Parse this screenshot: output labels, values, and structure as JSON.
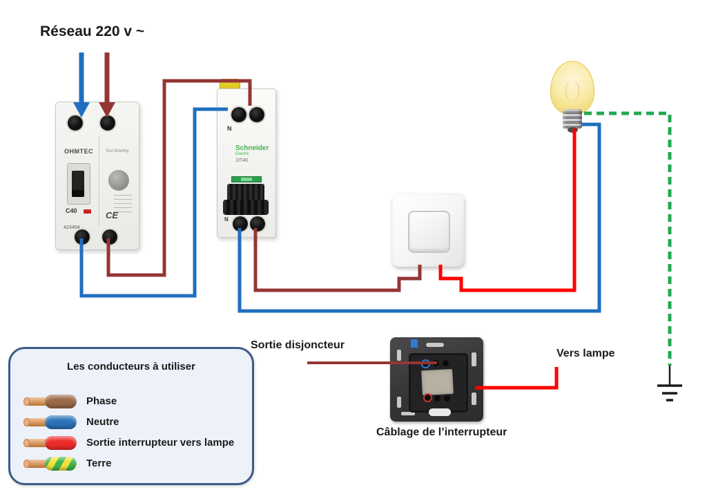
{
  "title": "Réseau 220 v ~",
  "colors": {
    "phase": "#943634",
    "neutre": "#1F6FC0",
    "sortie_lampe": "#FF0000",
    "terre": "#22A94F",
    "ground_symbol": "#1a1a1a"
  },
  "devices": {
    "ohmtec": {
      "brand": "OHMTEC",
      "test_label": "Test Monthly",
      "rating": "C40",
      "serial": "423404",
      "ce_mark": "CE"
    },
    "schneider": {
      "brand": "Schneider",
      "brand2": "Electric",
      "model": "DT40",
      "n_top": "N",
      "n_bottom": "N"
    }
  },
  "labels": {
    "sortie_disjoncteur": "Sortie disjoncteur",
    "vers_lampe": "Vers lampe",
    "cablage": "Câblage de l’interrupteur"
  },
  "legend": {
    "title": "Les conducteurs à utiliser",
    "items": [
      {
        "label": "Phase",
        "color": "#9A6A49"
      },
      {
        "label": "Neutre",
        "color": "#2B72B8"
      },
      {
        "label": "Sortie interrupteur vers lampe",
        "color": "#EE2B2B"
      },
      {
        "label": "Terre",
        "color": "#3DB54A",
        "stripe": "#F0E13C"
      }
    ]
  },
  "wires": [
    {
      "name": "neutral-supply-arrow",
      "color_key": "neutre"
    },
    {
      "name": "phase-supply-arrow",
      "color_key": "phase"
    },
    {
      "name": "phase-breaker-to-breaker",
      "color_key": "phase"
    },
    {
      "name": "neutral-breaker-to-breaker",
      "color_key": "neutre"
    },
    {
      "name": "neutral-breaker-to-lamp",
      "color_key": "neutre"
    },
    {
      "name": "phase-breaker-to-switch",
      "color_key": "phase"
    },
    {
      "name": "switch-to-lamp",
      "color_key": "sortie_lampe"
    },
    {
      "name": "earth-lamp-to-ground",
      "color_key": "terre"
    },
    {
      "name": "sortie-disjoncteur-pointer",
      "color_key": "phase"
    },
    {
      "name": "vers-lampe-pointer",
      "color_key": "sortie_lampe"
    }
  ]
}
